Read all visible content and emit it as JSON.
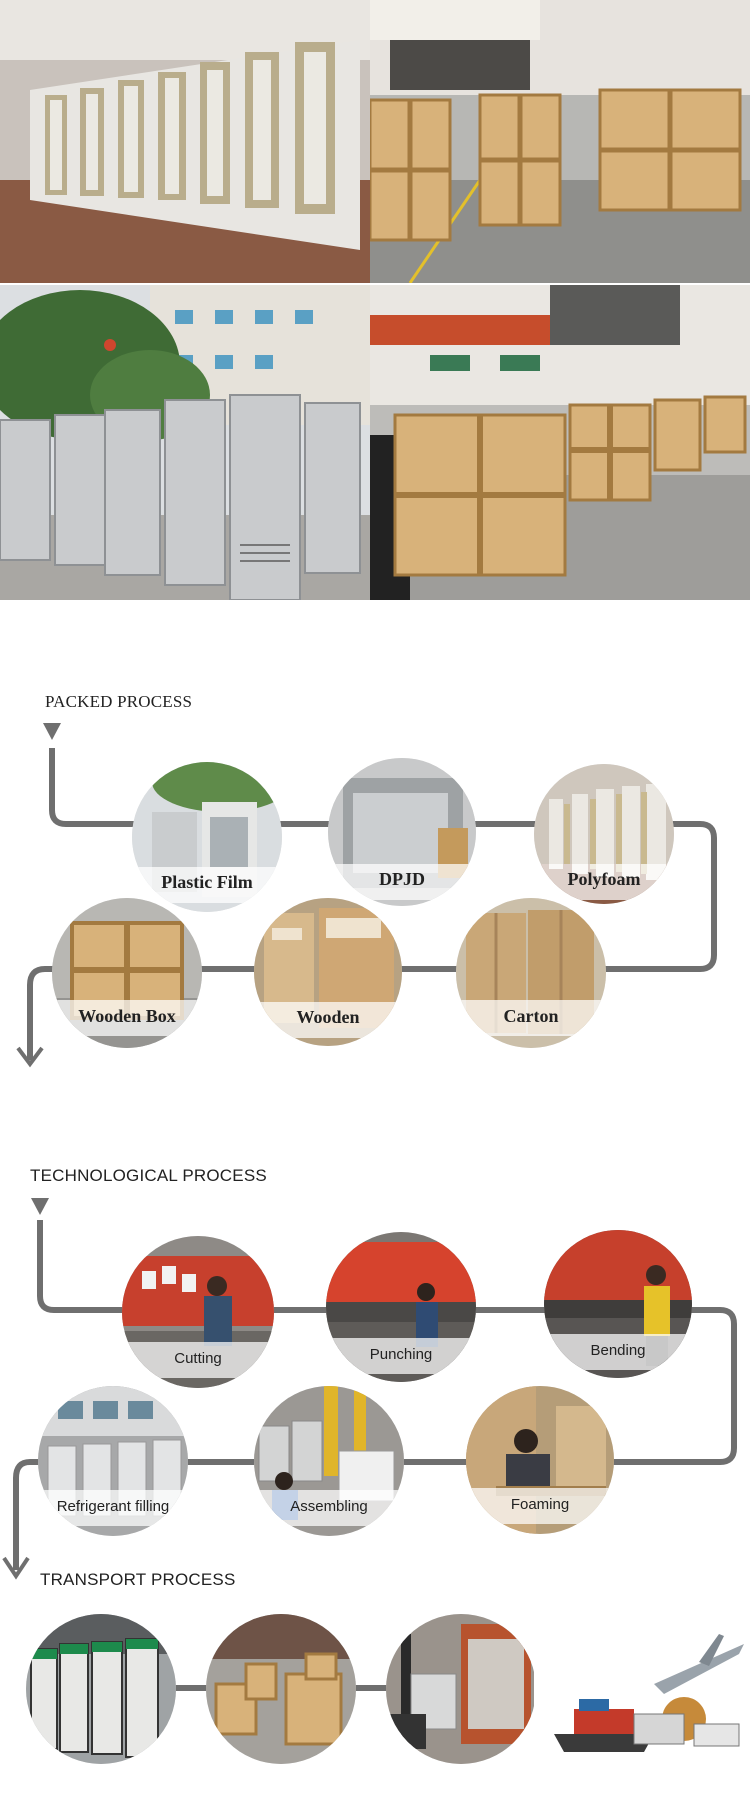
{
  "photos": [
    {
      "name": "display-fridges-in-plastic-film"
    },
    {
      "name": "wooden-crates-at-factory"
    },
    {
      "name": "machines-in-plastic-film-outdoor"
    },
    {
      "name": "wooden-crates-forklift"
    }
  ],
  "packed_process": {
    "title": "PACKED PROCESS",
    "steps": [
      "Plastic Film",
      "DPJD",
      "Polyfoam",
      "Wooden Box",
      "Wooden",
      "Carton"
    ]
  },
  "technological_process": {
    "title": "TECHNOLOGICAL PROCESS",
    "steps": [
      "Cutting",
      "Punching",
      "Bending",
      "Refrigerant filling",
      "Assembling",
      "Foaming"
    ]
  },
  "transport_process": {
    "title": "TRANSPORT PROCESS"
  },
  "colors": {
    "flow_line": "#6f6f6f",
    "text": "#222222",
    "crate_wood": "#d8b27a"
  }
}
